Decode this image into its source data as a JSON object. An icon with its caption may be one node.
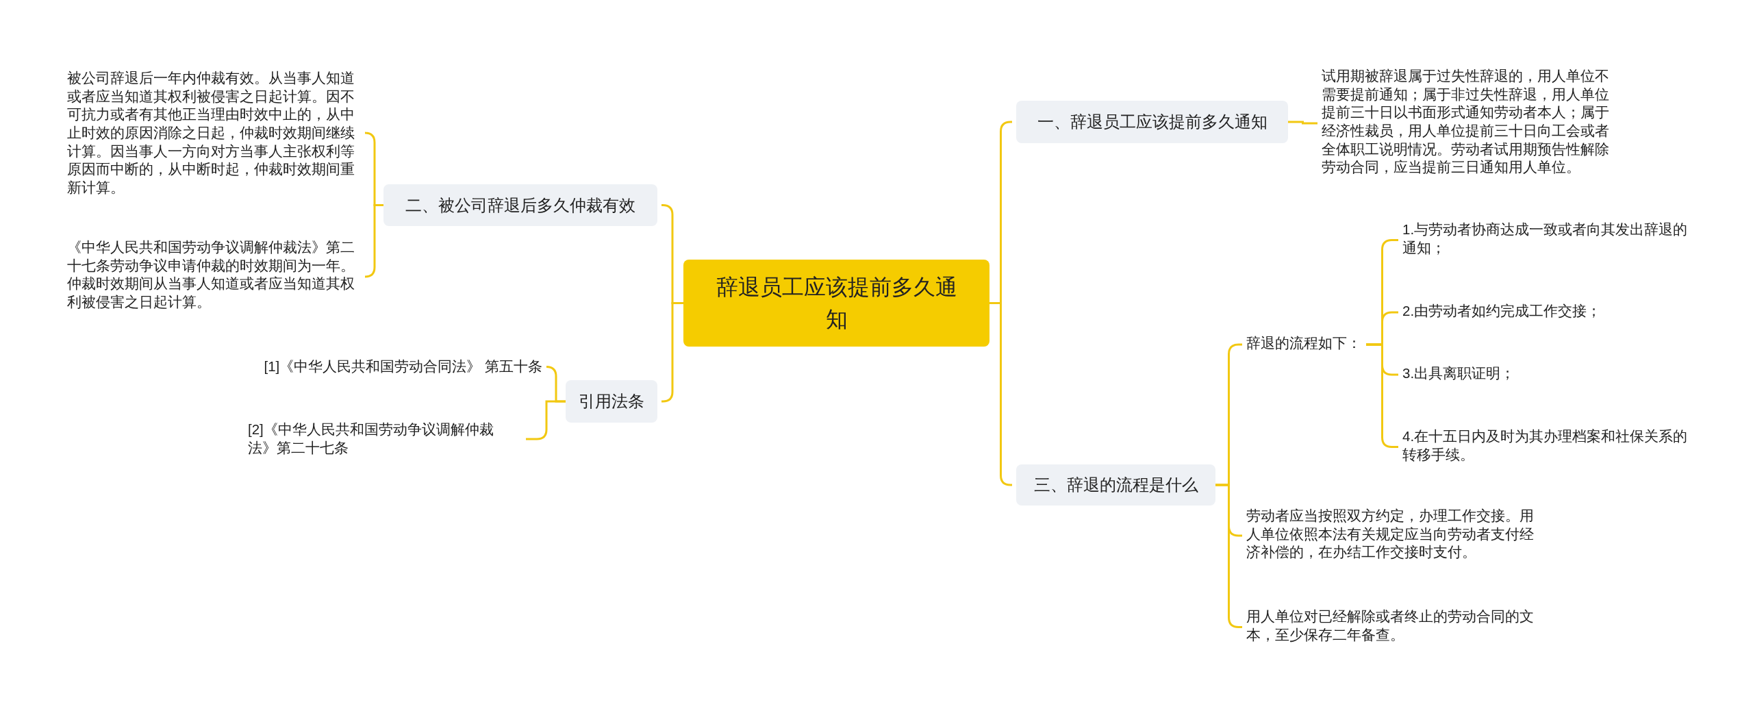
{
  "diagram": {
    "nodes": [
      {
        "text": [
          "辞退员工应该提前多久通知"
        ]
      },
      {
        "text": [
          "一、辞退员工应该提前多久通知"
        ]
      },
      {
        "text": [
          "试用期被辞退属于过失性辞退的，用人单位不需要提前通知；属于非过失性辞退，用人单位提前三十日以书面形式通知劳动者本人；属于经济性裁员，用人单位提前三十日向工会或者全体职工说明情况。劳动者试用期预告性解除劳动合同，应当提前三日通知用人单位。"
        ]
      },
      {
        "text": [
          "三、辞退的流程是什么"
        ]
      },
      {
        "text": [
          "辞退的流程如下："
        ]
      },
      {
        "text": [
          "1.与劳动者协商达成一致或者向其发出辞退的通知；"
        ]
      },
      {
        "text": [
          "2.由劳动者如约完成工作交接；"
        ]
      },
      {
        "text": [
          "3.出具离职证明；"
        ]
      },
      {
        "text": [
          "4.在十五日内及时为其办理档案和社保关系的转移手续。"
        ]
      },
      {
        "text": [
          "劳动者应当按照双方约定，办理工作交接。用人单位依照本法有关规定应当向劳动者支付经济补偿的，在办结工作交接时支付。"
        ]
      },
      {
        "text": [
          "用人单位对已经解除或者终止的劳动合同的文本，至少保存二年备查。"
        ]
      },
      {
        "text": [
          "二、被公司辞退后多久仲裁有效"
        ]
      },
      {
        "text": [
          "被公司辞退后一年内仲裁有效。从当事人知道或者应当知道其权利被侵害之日起计算。因不可抗力或者有其他正当理由时效中止的，从中止时效的原因消除之日起，仲裁时效期间继续计算。因当事人一方向对方当事人主张权利等原因而中断的，从中断时起，仲裁时效期间重新计算。"
        ]
      },
      {
        "text": [
          "《中华人民共和国劳动争议调解仲裁法》第二十七条劳动争议申请仲裁的时效期间为一年。仲裁时效期间从当事人知道或者应当知道其权利被侵害之日起计算。"
        ]
      },
      {
        "text": [
          "引用法条"
        ]
      },
      {
        "text": [
          "[1]《中华人民共和国劳动合同法》 第五十条"
        ]
      },
      {
        "text": [
          "[2]《中华人民共和国劳动争议调解仲裁法》第二十七条"
        ]
      }
    ],
    "edges": [
      {
        "from": 0,
        "to": 1,
        "arrow": "none"
      },
      {
        "from": 0,
        "to": 3,
        "arrow": "none"
      },
      {
        "from": 0,
        "to": 11,
        "arrow": "none"
      },
      {
        "from": 0,
        "to": 14,
        "arrow": "none"
      },
      {
        "from": 1,
        "to": 2,
        "arrow": "none"
      },
      {
        "from": 3,
        "to": 4,
        "arrow": "none"
      },
      {
        "from": 3,
        "to": 9,
        "arrow": "none"
      },
      {
        "from": 3,
        "to": 10,
        "arrow": "none"
      },
      {
        "from": 4,
        "to": 5,
        "arrow": "none"
      },
      {
        "from": 4,
        "to": 6,
        "arrow": "none"
      },
      {
        "from": 4,
        "to": 7,
        "arrow": "none"
      },
      {
        "from": 4,
        "to": 8,
        "arrow": "none"
      },
      {
        "from": 11,
        "to": 12,
        "arrow": "none"
      },
      {
        "from": 11,
        "to": 13,
        "arrow": "none"
      },
      {
        "from": 14,
        "to": 15,
        "arrow": "none"
      },
      {
        "from": 14,
        "to": 16,
        "arrow": "none"
      }
    ]
  }
}
